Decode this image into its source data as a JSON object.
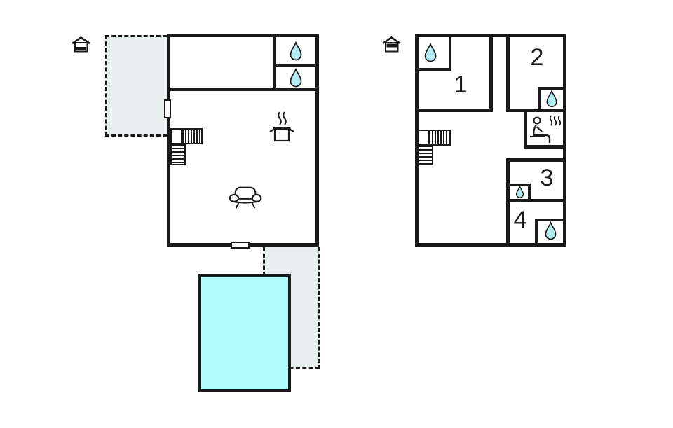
{
  "title": "floor-plan",
  "colors": {
    "wall": "#1a1a1a",
    "water_drop_fill": "#b3ecf2",
    "pool_fill": "#b3fcfd",
    "terrace_fill": "#e8efee",
    "background": "#ffffff"
  },
  "ground_floor": {
    "level_icon": "house-lower-level-icon",
    "icons": [
      "water-drop-icon",
      "water-drop-icon",
      "stairs-icon",
      "cooking-pot-icon",
      "sofa-icon"
    ],
    "areas": [
      "terrace-upper-left-dashed",
      "terrace-lower-right-dashed",
      "pool"
    ]
  },
  "upper_floor": {
    "level_icon": "house-upper-level-icon",
    "rooms": [
      {
        "label": "1"
      },
      {
        "label": "2"
      },
      {
        "label": "3"
      },
      {
        "label": "4"
      }
    ],
    "icons": [
      "water-drop-icon",
      "water-drop-icon",
      "water-drop-icon",
      "water-drop-icon",
      "sauna-icon",
      "stairs-icon"
    ]
  }
}
